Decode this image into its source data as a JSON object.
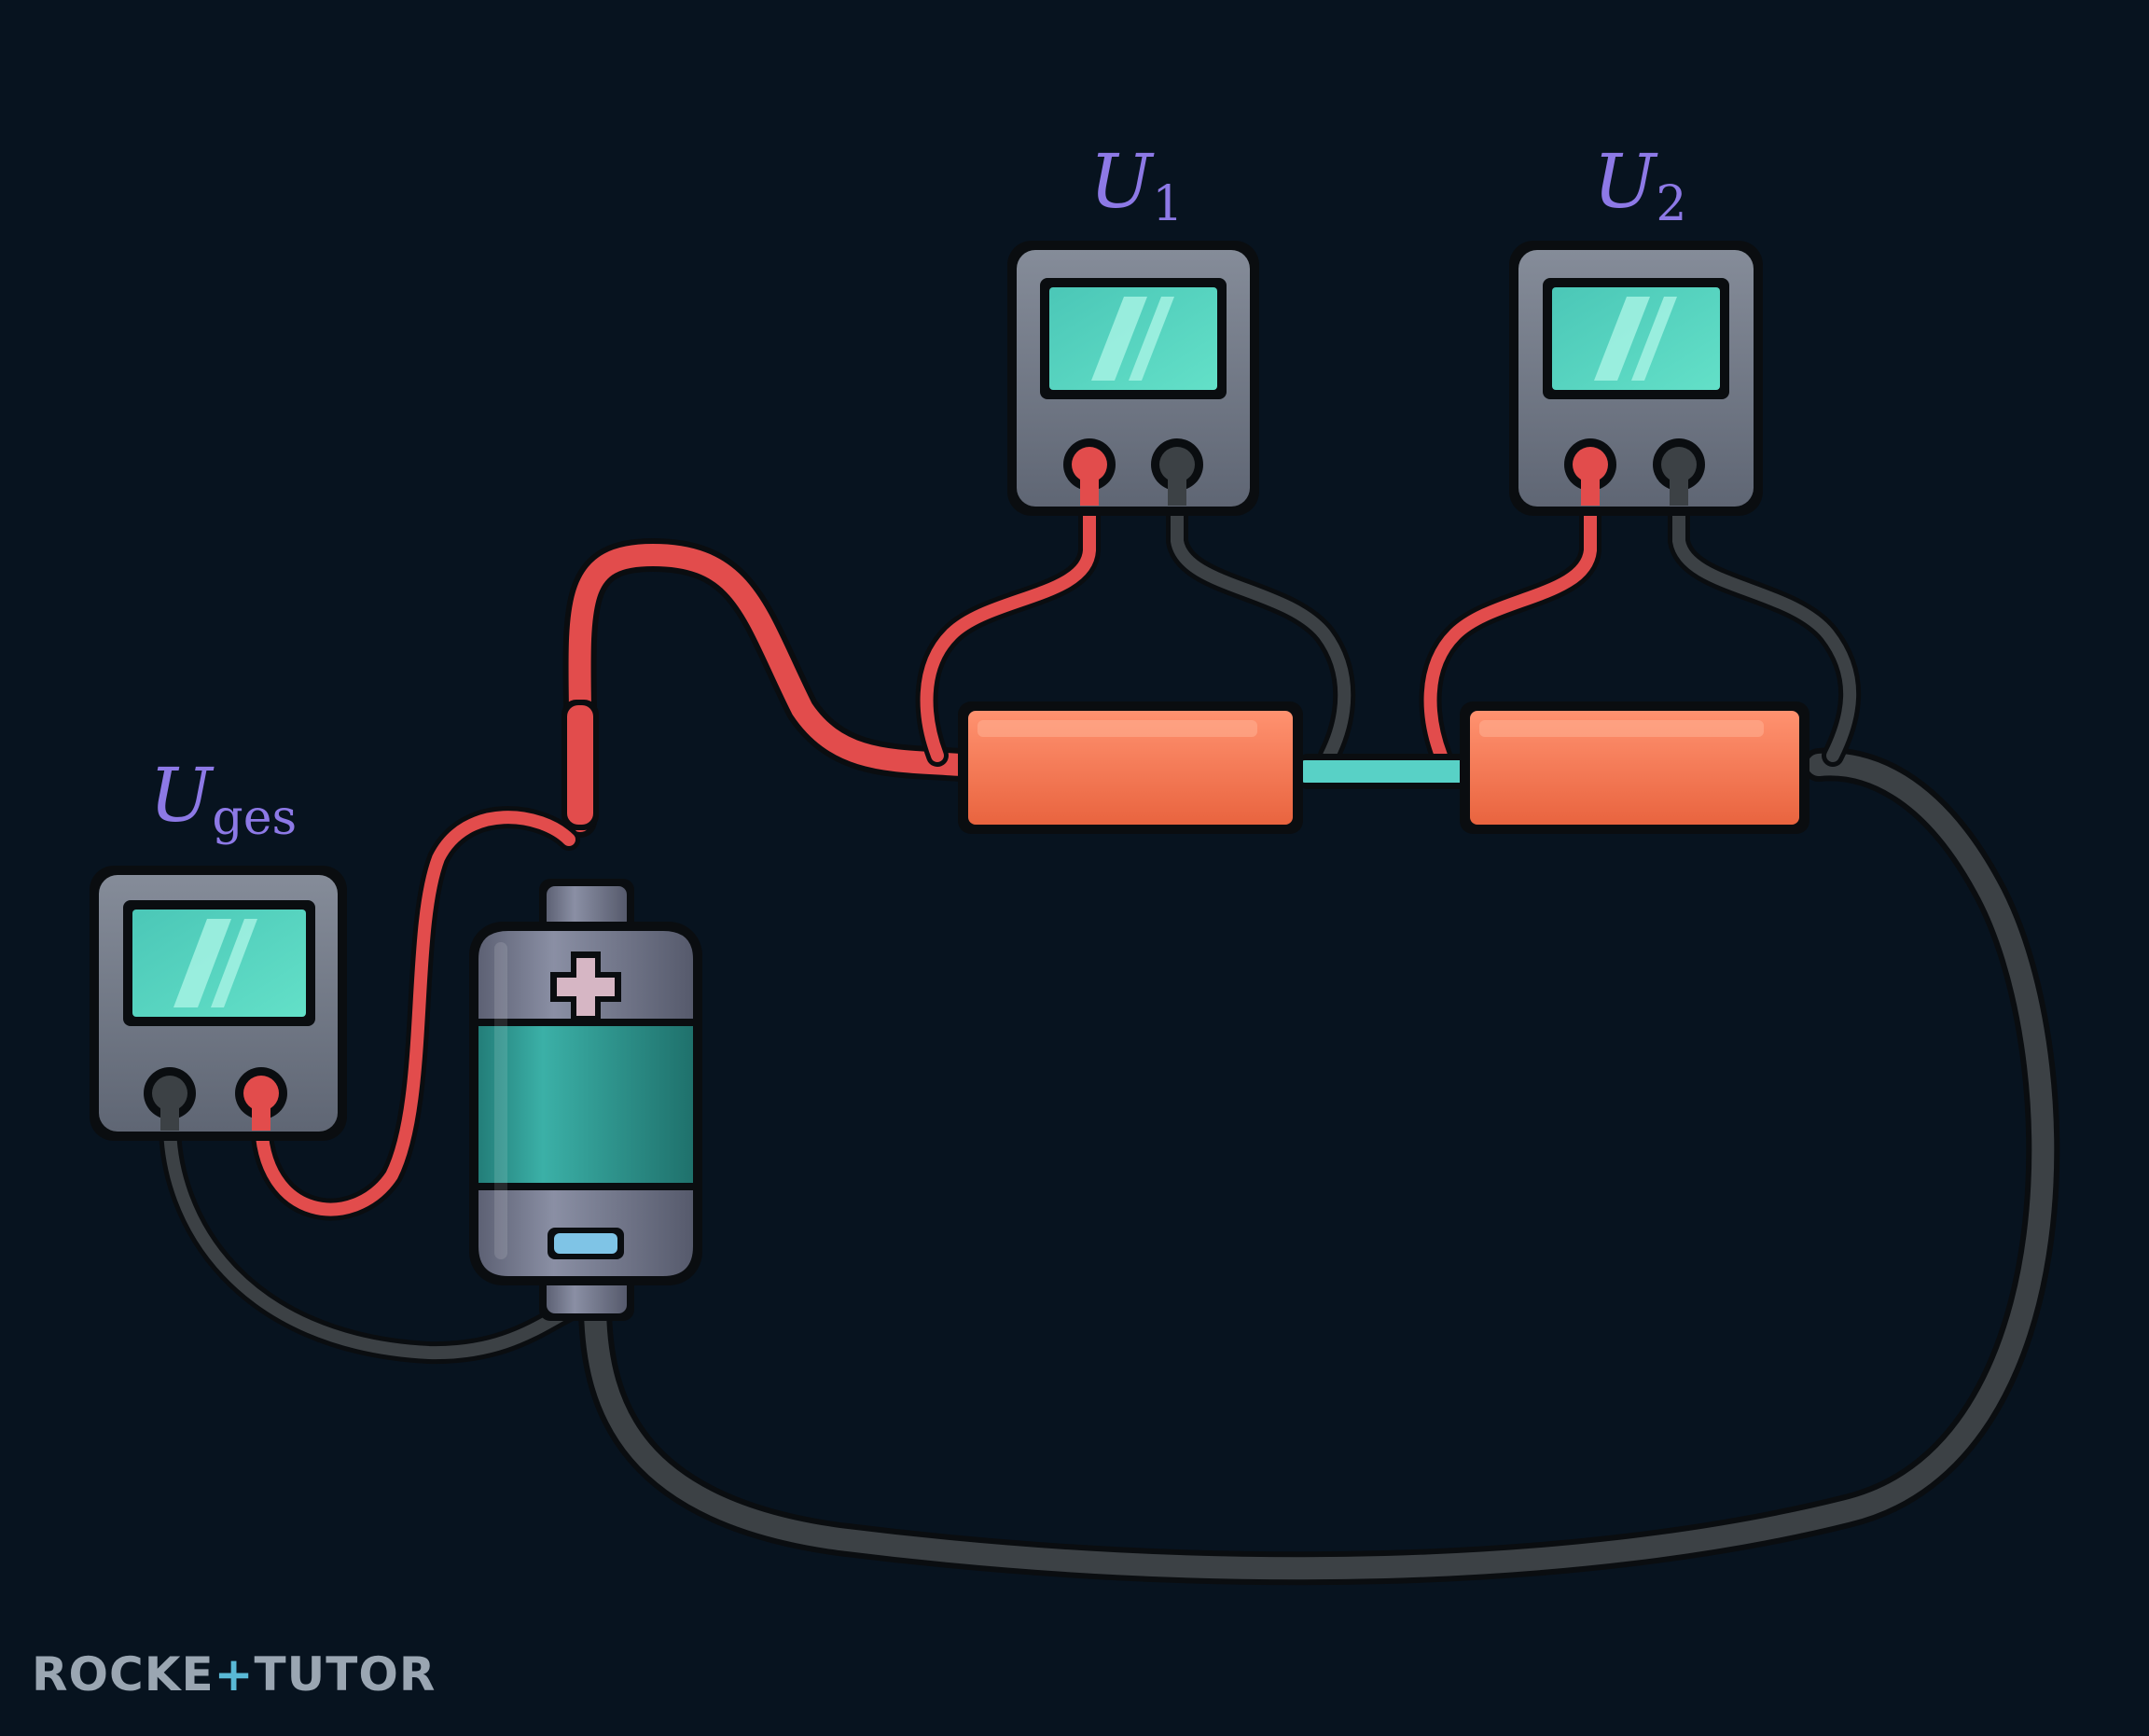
{
  "meters": {
    "total": {
      "symbol": "U",
      "subscript": "ges"
    },
    "first": {
      "symbol": "U",
      "subscript": "1"
    },
    "second": {
      "symbol": "U",
      "subscript": "2"
    }
  },
  "battery": {
    "positive_symbol": "+",
    "negative_symbol": "–"
  },
  "brand": {
    "part1": "ROCKE",
    "plus": "+",
    "part2": "TUTO",
    "tail": "R"
  },
  "colors": {
    "background": "#07131f",
    "wire_red": "#e24c4c",
    "wire_black": "#3c4145",
    "resistor": "#f27a58",
    "battery_body": "#2f9b94",
    "battery_caps": "#6f7487",
    "meter_body": "#6e7584",
    "meter_screen": "#55d6c1",
    "label": "#8d79e6"
  },
  "icons": {
    "meters": "voltmeter-icon",
    "battery": "battery-icon",
    "resistors": "resistor-icon"
  }
}
